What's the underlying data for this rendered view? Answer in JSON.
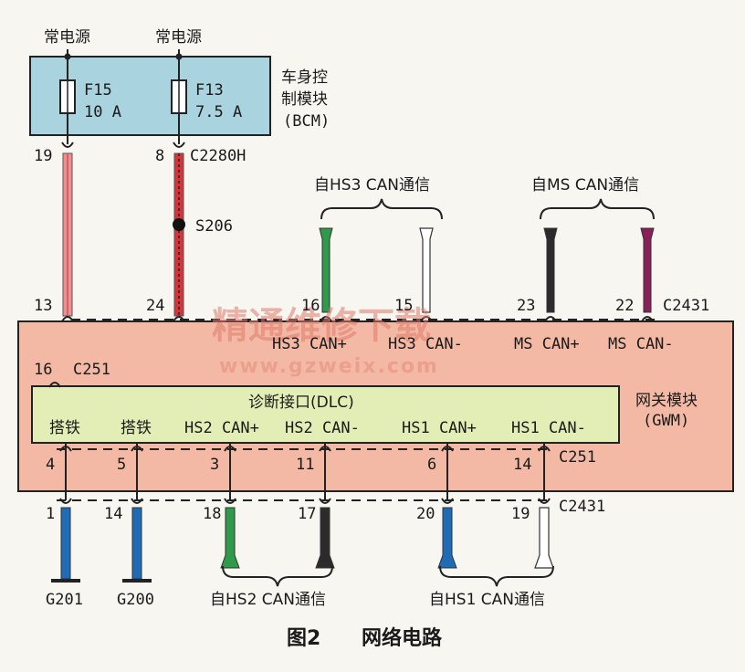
{
  "power": {
    "label_left": "常电源",
    "label_right": "常电源"
  },
  "bcm": {
    "name_line1": "车身控",
    "name_line2": "制模块",
    "abbr": "(BCM)",
    "fuse1_id": "F15",
    "fuse1_rating": "10 A",
    "fuse2_id": "F13",
    "fuse2_rating": "7.5 A"
  },
  "pins": {
    "bcm_pin19": "19",
    "bcm_pin8": "8",
    "bcm_conn": "C2280H",
    "splice": "S206",
    "gwm_pin13": "13",
    "gwm_pin24": "24",
    "gwm_pin16": "16",
    "gwm_pin15": "15",
    "gwm_pin23": "23",
    "gwm_pin22": "22",
    "conn_c2431_top": "C2431",
    "dlc_pin16": "16",
    "conn_c251_top": "C251",
    "dlc_pin4": "4",
    "dlc_pin5": "5",
    "dlc_pin3": "3",
    "dlc_pin11": "11",
    "dlc_pin6": "6",
    "dlc_pin14": "14",
    "conn_c251_bottom": "C251",
    "out_pin1": "1",
    "out_pin14": "14",
    "out_pin18": "18",
    "out_pin17": "17",
    "out_pin20": "20",
    "out_pin19": "19",
    "conn_c2431_bottom": "C2431"
  },
  "gwm": {
    "name": "网关模块",
    "abbr": "(GWM)",
    "sig_hs3_plus": "HS3 CAN+",
    "sig_hs3_minus": "HS3 CAN-",
    "sig_ms_plus": "MS CAN+",
    "sig_ms_minus": "MS CAN-"
  },
  "dlc": {
    "title": "诊断接口(DLC)",
    "ground1": "搭铁",
    "ground2": "搭铁",
    "hs2_plus": "HS2 CAN+",
    "hs2_minus": "HS2 CAN-",
    "hs1_plus": "HS1 CAN+",
    "hs1_minus": "HS1 CAN-"
  },
  "buses": {
    "hs3": "自HS3 CAN通信",
    "ms": "自MS CAN通信",
    "hs2": "自HS2 CAN通信",
    "hs1": "自HS1 CAN通信"
  },
  "grounds": {
    "g201": "G201",
    "g200": "G200"
  },
  "watermark": {
    "line1": "精通维修下载",
    "line2": "www.gzweix.com"
  },
  "caption": {
    "fig": "图2",
    "title": "网络电路"
  },
  "colors": {
    "bcm_fill": "#a9d3df",
    "gwm_fill": "#f3b9a5",
    "dlc_fill": "#e2eeb6",
    "wire_red": "#d9333a",
    "wire_pink": "#ef8f94",
    "wire_green": "#2e9a4a",
    "wire_black": "#2b2b2b",
    "wire_purple": "#8a1f5a",
    "wire_blue": "#1f6bb5",
    "wire_white": "#ffffff"
  }
}
